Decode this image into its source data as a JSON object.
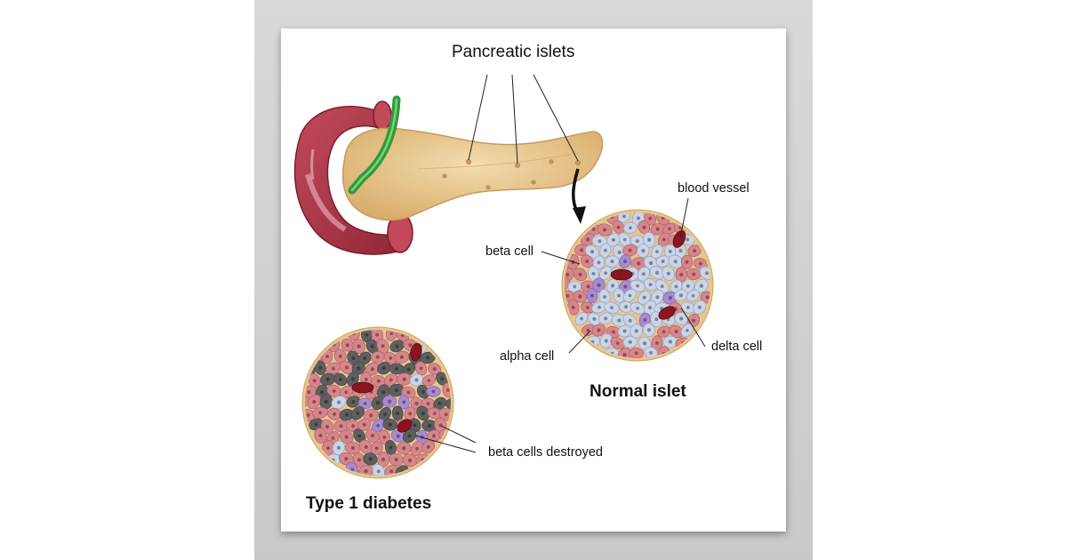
{
  "labels": {
    "pancreatic_islets": "Pancreatic islets",
    "blood_vessel": "blood vessel",
    "beta_cell": "beta cell",
    "alpha_cell": "alpha cell",
    "delta_cell": "delta cell",
    "normal_islet": "Normal islet",
    "beta_cells_destroyed": "beta cells destroyed",
    "type1_diabetes": "Type 1 diabetes"
  },
  "colors": {
    "beta_cell": "#c9d5ea",
    "alpha_cell": "#d9858b",
    "delta_cell": "#a98ad2",
    "destroyed_cell": "#5f5f5f",
    "blood_vessel": "#8a1520",
    "islet_border": "#e7c78e",
    "pancreas": "#e9c890",
    "duodenum": "#b33a4c",
    "bile_duct": "#2f9b3a"
  }
}
